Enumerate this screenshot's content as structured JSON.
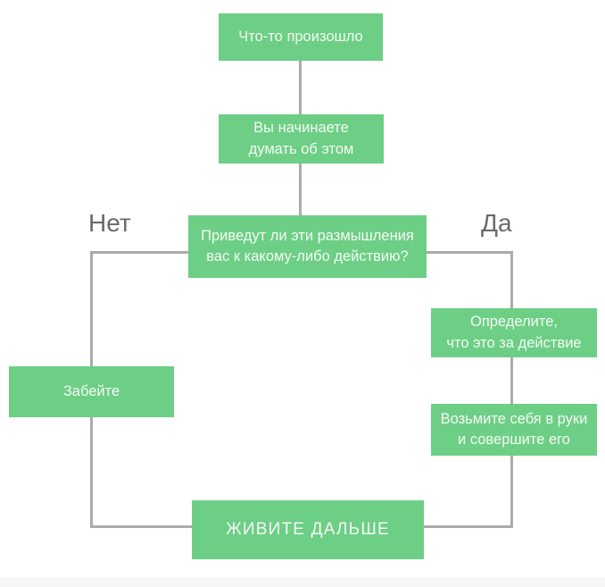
{
  "title": "Flowchart: что делать, если что-то произошло",
  "colors": {
    "node_green": "#6dcf85",
    "node_text": "#f4faf4",
    "connector_gray": "#ababab",
    "branch_label_gray": "#6a6a6a",
    "background": "#ffffff",
    "bottom_strip": "#f7f6f5"
  },
  "flowchart": {
    "nodes": {
      "happened": {
        "label": "Что-то произошло"
      },
      "thinking": {
        "label": "Вы начинаете\nдумать об этом"
      },
      "decision": {
        "label": "Приведут ли эти размышления\nвас к какому-либо действию?"
      },
      "define": {
        "label": "Определите,\nчто это за действие"
      },
      "forget": {
        "label": "Забейте"
      },
      "pull_together": {
        "label": "Возьмите себя в руки\nи совершите его"
      },
      "live_on": {
        "label": "ЖИВИТЕ ДАЛЬШЕ"
      }
    },
    "branch_labels": {
      "no": "Нет",
      "yes": "Да"
    }
  }
}
